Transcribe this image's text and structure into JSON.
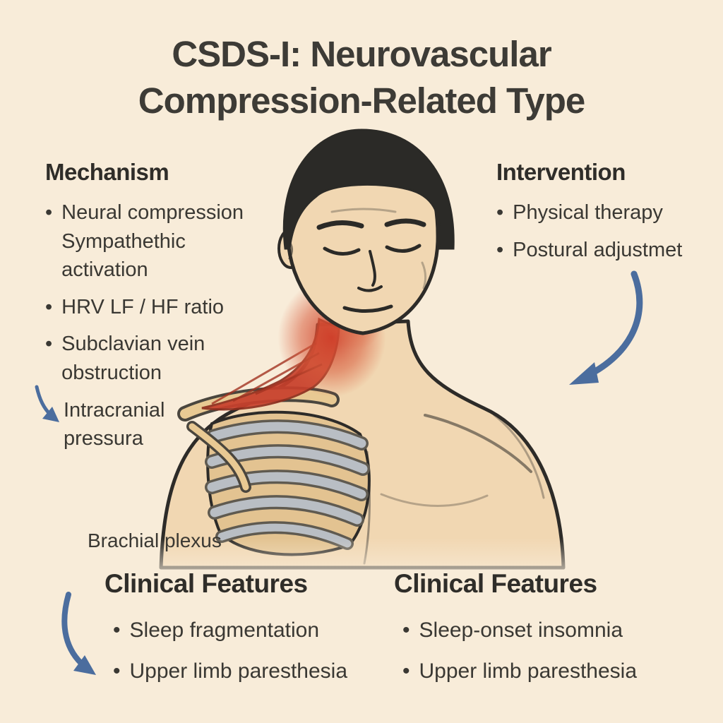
{
  "title": {
    "line1": "CSDS-I: Neurovascular",
    "line2": "Compression-Related Type"
  },
  "mechanism": {
    "heading": "Mechanism",
    "items": [
      "Neural compression Sympathethic activation",
      "HRV LF / HF ratio",
      "Subclavian vein obstruction",
      "Intracranial pressura"
    ]
  },
  "intervention": {
    "heading": "Intervention",
    "items": [
      "Physical therapy",
      "Postural adjustmet"
    ]
  },
  "anatomy_label": "Brachial plexus",
  "clinical_left": {
    "heading": "Clinical Features",
    "items": [
      "Sleep fragmentation",
      "Upper limb paresthesia"
    ]
  },
  "clinical_right": {
    "heading": "Clinical Features",
    "items": [
      "Sleep-onset insomnia",
      "Upper limb paresthesia"
    ]
  },
  "bullet_glyph": "•",
  "colors": {
    "background": "#f8ecd9",
    "text": "#35332e",
    "arrow_blue": "#4b6d9e",
    "highlight_red": "#cf3f2a",
    "skin": "#f1d7b2",
    "bone_tan": "#e8c993",
    "rib_gray": "#b9bec4"
  }
}
